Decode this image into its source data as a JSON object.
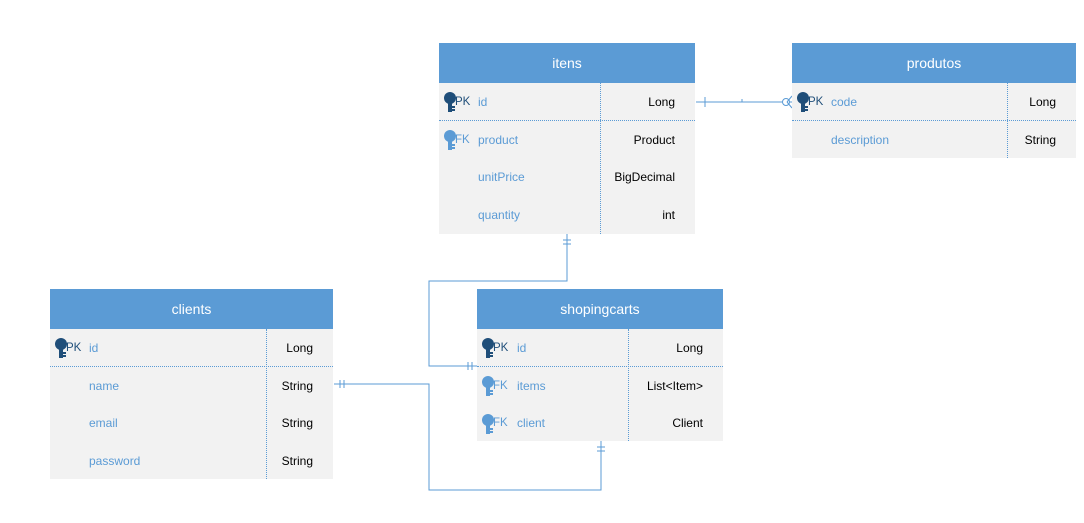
{
  "tables": {
    "itens": {
      "title": "itens",
      "rows": [
        {
          "key": "PK",
          "name": "id",
          "type": "Long"
        },
        {
          "key": "FK",
          "name": "product",
          "type": "Product"
        },
        {
          "key": "",
          "name": "unitPrice",
          "type": "BigDecimal"
        },
        {
          "key": "",
          "name": "quantity",
          "type": "int"
        }
      ]
    },
    "produtos": {
      "title": "produtos",
      "rows": [
        {
          "key": "PK",
          "name": "code",
          "type": "Long"
        },
        {
          "key": "",
          "name": "description",
          "type": "String"
        }
      ]
    },
    "clients": {
      "title": "clients",
      "rows": [
        {
          "key": "PK",
          "name": "id",
          "type": "Long"
        },
        {
          "key": "",
          "name": "name",
          "type": "String"
        },
        {
          "key": "",
          "name": "email",
          "type": "String"
        },
        {
          "key": "",
          "name": "password",
          "type": "String"
        }
      ]
    },
    "shopingcarts": {
      "title": "shopingcarts",
      "rows": [
        {
          "key": "PK",
          "name": "id",
          "type": "Long"
        },
        {
          "key": "FK",
          "name": "items",
          "type": "List<Item>"
        },
        {
          "key": "FK",
          "name": "client",
          "type": "Client"
        }
      ]
    }
  },
  "colors": {
    "header": "#5b9bd5",
    "body": "#f2f2f2",
    "field": "#5b9bd5",
    "pk_key": "#1f4e79",
    "fk_key": "#5b9bd5",
    "connector": "#5b9bd5"
  }
}
